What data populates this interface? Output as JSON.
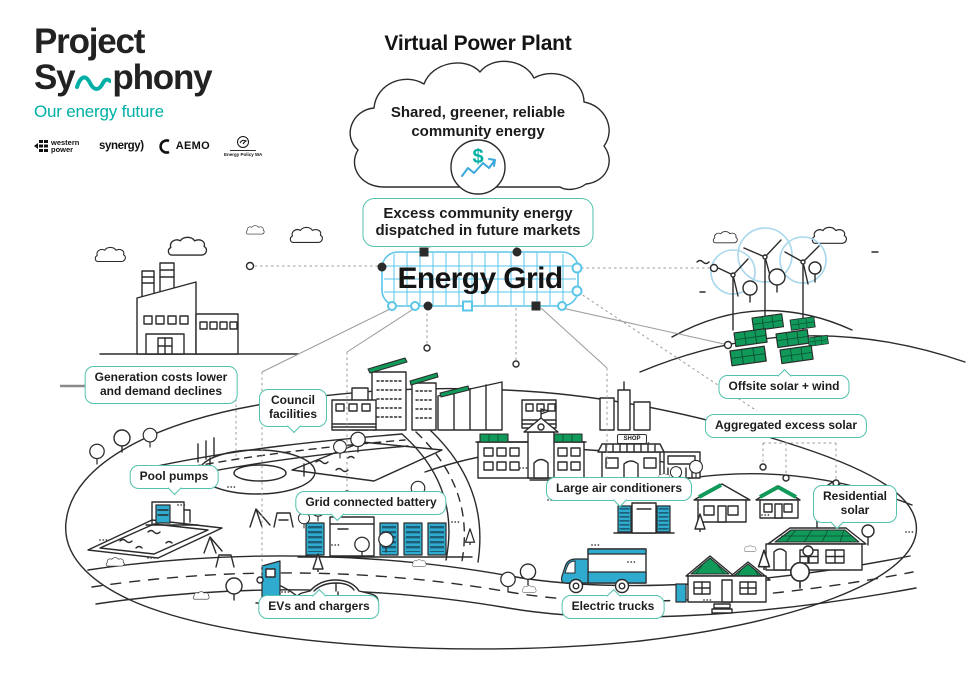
{
  "title": "Virtual Power Plant",
  "brand": {
    "line1": "Project",
    "line2_pre": "Sy",
    "line2_post": "phony",
    "tagline": "Our energy future",
    "partners": [
      "western power",
      "synergy)",
      "AEMO",
      "Energy Policy WA"
    ]
  },
  "cloud": {
    "line1": "Shared, greener, reliable",
    "line2": "community energy",
    "dollar": "$"
  },
  "grid": {
    "label": "Energy Grid"
  },
  "callouts": {
    "excess_line1": "Excess community energy",
    "excess_line2": "dispatched in future markets",
    "generation_line1": "Generation costs lower",
    "generation_line2": "and demand declines",
    "council_line1": "Council",
    "council_line2": "facilities",
    "pool": "Pool pumps",
    "battery": "Grid connected battery",
    "evs": "EVs and chargers",
    "ac": "Large air conditioners",
    "trucks": "Electric trucks",
    "offsite": "Offsite solar + wind",
    "aggregated": "Aggregated excess solar",
    "residential_line1": "Residential",
    "residential_line2": "solar"
  },
  "scene": {
    "shop_sign": "SHOP"
  },
  "colors": {
    "accent": "#53C2AE",
    "brand": "#00AFA5",
    "gridblue": "#5BC6E8",
    "green": "#11995A",
    "device": "#30ABD0",
    "ink": "#2B2B2B",
    "gray": "#9B9B9B",
    "stripe": "#1B5E75",
    "bladeblue": "#A9D7EC",
    "arrow": "#3AA8DC"
  }
}
